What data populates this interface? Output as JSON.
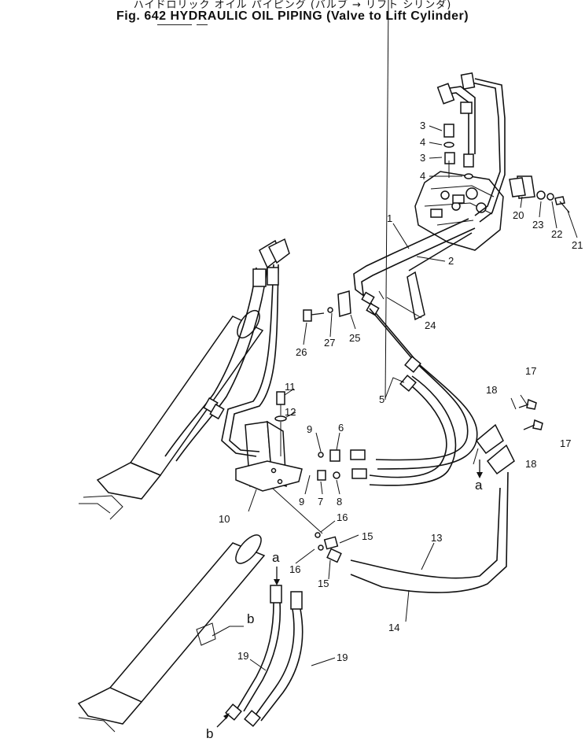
{
  "title": {
    "jp": "ハイドロリック オイル パイピング (バルブ → リフト シリンダ)",
    "en": "Fig. 642  HYDRAULIC OIL PIPING  (Valve to Lift Cylinder)"
  },
  "callouts": [
    {
      "id": "c3a",
      "text": "3"
    },
    {
      "id": "c4a",
      "text": "4"
    },
    {
      "id": "c3b",
      "text": "3"
    },
    {
      "id": "c4b",
      "text": "4"
    },
    {
      "id": "c1",
      "text": "1"
    },
    {
      "id": "c2",
      "text": "2"
    },
    {
      "id": "c20",
      "text": "20"
    },
    {
      "id": "c23",
      "text": "23"
    },
    {
      "id": "c22",
      "text": "22"
    },
    {
      "id": "c21",
      "text": "21"
    },
    {
      "id": "c24",
      "text": "24"
    },
    {
      "id": "c25",
      "text": "25"
    },
    {
      "id": "c26",
      "text": "26"
    },
    {
      "id": "c27",
      "text": "27"
    },
    {
      "id": "c5",
      "text": "5"
    },
    {
      "id": "c17a",
      "text": "17"
    },
    {
      "id": "c18a",
      "text": "18"
    },
    {
      "id": "c17b",
      "text": "17"
    },
    {
      "id": "c18b",
      "text": "18"
    },
    {
      "id": "c11",
      "text": "11"
    },
    {
      "id": "c12",
      "text": "12"
    },
    {
      "id": "c9a",
      "text": "9"
    },
    {
      "id": "c6",
      "text": "6"
    },
    {
      "id": "c9b",
      "text": "9"
    },
    {
      "id": "c7",
      "text": "7"
    },
    {
      "id": "c8",
      "text": "8"
    },
    {
      "id": "c10",
      "text": "10"
    },
    {
      "id": "c16a",
      "text": "16"
    },
    {
      "id": "c15a",
      "text": "15"
    },
    {
      "id": "c16b",
      "text": "16"
    },
    {
      "id": "c15b",
      "text": "15"
    },
    {
      "id": "c13",
      "text": "13"
    },
    {
      "id": "c14",
      "text": "14"
    },
    {
      "id": "c19a",
      "text": "19"
    },
    {
      "id": "c19b",
      "text": "19"
    }
  ],
  "letters": [
    {
      "id": "la1",
      "text": "a"
    },
    {
      "id": "la2",
      "text": "a"
    },
    {
      "id": "lb1",
      "text": "b"
    },
    {
      "id": "lb2",
      "text": "b"
    }
  ]
}
